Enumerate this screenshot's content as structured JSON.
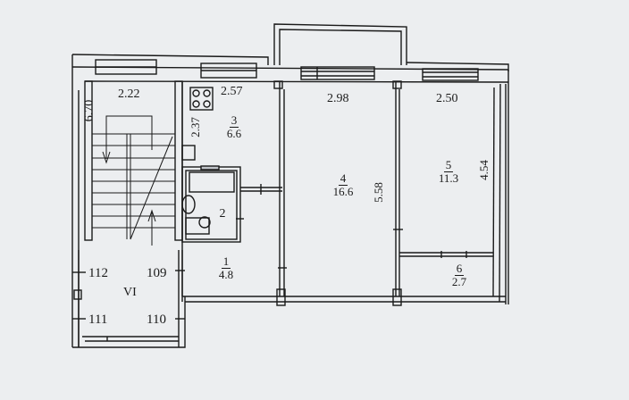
{
  "plan": {
    "background": "#eceef0",
    "line_color": "#1a1a1a",
    "rooms": [
      {
        "id": "1",
        "area": "4.8",
        "label": "1",
        "area_label": "4.8"
      },
      {
        "id": "2",
        "label": "2"
      },
      {
        "id": "3",
        "area": "6.6",
        "label": "3",
        "area_label": "6.6"
      },
      {
        "id": "4",
        "area": "16.6",
        "label": "4",
        "area_label": "16.6"
      },
      {
        "id": "5",
        "area": "11.3",
        "label": "5",
        "area_label": "11.3"
      },
      {
        "id": "6",
        "area": "2.7",
        "label": "6",
        "area_label": "2.7"
      }
    ],
    "dimensions": {
      "stair_width": "2.22",
      "stair_length": "6.70",
      "kitchen_width": "2.57",
      "kitchen_length": "2.37",
      "room4_width": "2.98",
      "room4_length": "5.58",
      "room5_width": "2.50",
      "room5_length": "4.54"
    },
    "stairwell": {
      "label": "VI",
      "doors": [
        "112",
        "109",
        "111",
        "110"
      ]
    },
    "icons": [
      "stove-icon",
      "bathtub-icon",
      "toilet-icon",
      "sink-icon",
      "stair-arrow-down-icon",
      "stair-arrow-up-icon"
    ]
  }
}
